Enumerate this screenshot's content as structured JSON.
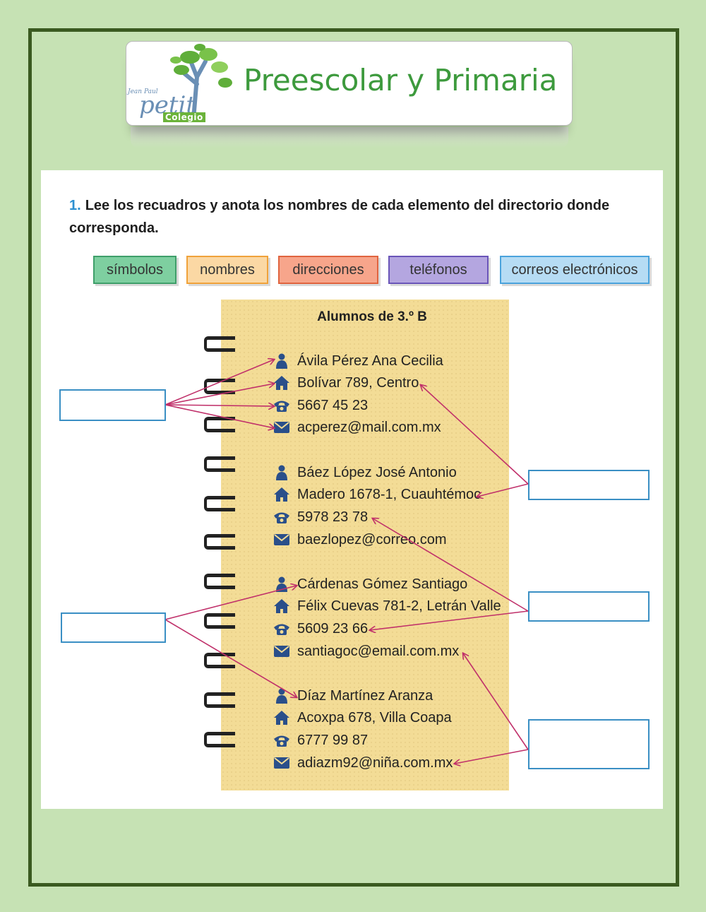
{
  "banner": {
    "logo_small": "Jean Paul",
    "logo_script": "petit",
    "logo_colegio": "Colegio",
    "title": "Preescolar y Primaria"
  },
  "instruction": {
    "number": "1.",
    "text": "Lee los recuadros y anota los nombres de cada elemento del directorio donde corresponda."
  },
  "chips": [
    {
      "label": "símbolos",
      "color": "#7ecfa0",
      "border": "#3f9f6a"
    },
    {
      "label": "nombres",
      "color": "#fbd8a4",
      "border": "#f0a23a"
    },
    {
      "label": "direcciones",
      "color": "#f7a58b",
      "border": "#e0643f"
    },
    {
      "label": "teléfonos",
      "color": "#b4a6e0",
      "border": "#6a55b8"
    },
    {
      "label": "correos electrónicos",
      "color": "#b6dcf4",
      "border": "#4aa3dc"
    }
  ],
  "notebook": {
    "title": "Alumnos de 3.º B",
    "entries": [
      {
        "name": "Ávila Pérez Ana Cecilia",
        "address": "Bolívar 789, Centro",
        "phone": "5667 45 23",
        "email": "acperez@mail.com.mx"
      },
      {
        "name": "Báez López José Antonio",
        "address": "Madero 1678-1, Cuauhtémoc",
        "phone": "5978 23 78",
        "email": "baezlopez@correo.com"
      },
      {
        "name": "Cárdenas Gómez Santiago",
        "address": "Félix Cuevas 781-2, Letrán Valle",
        "phone": "5609 23 66",
        "email": "santiagoc@email.com.mx"
      },
      {
        "name": "Díaz Martínez Aranza",
        "address": "Acoxpa 678, Villa Coapa",
        "phone": "6777 99 87",
        "email": "adiazm92@niña.com.mx"
      }
    ]
  },
  "answer_boxes": [
    {
      "value": ""
    },
    {
      "value": ""
    },
    {
      "value": ""
    },
    {
      "value": ""
    },
    {
      "value": ""
    }
  ],
  "colors": {
    "background": "#c6e2b4",
    "frame": "#3a5a20",
    "icon_blue": "#2a4f8a",
    "arrow": "#c0306a",
    "answer_border": "#3a8fc4"
  }
}
